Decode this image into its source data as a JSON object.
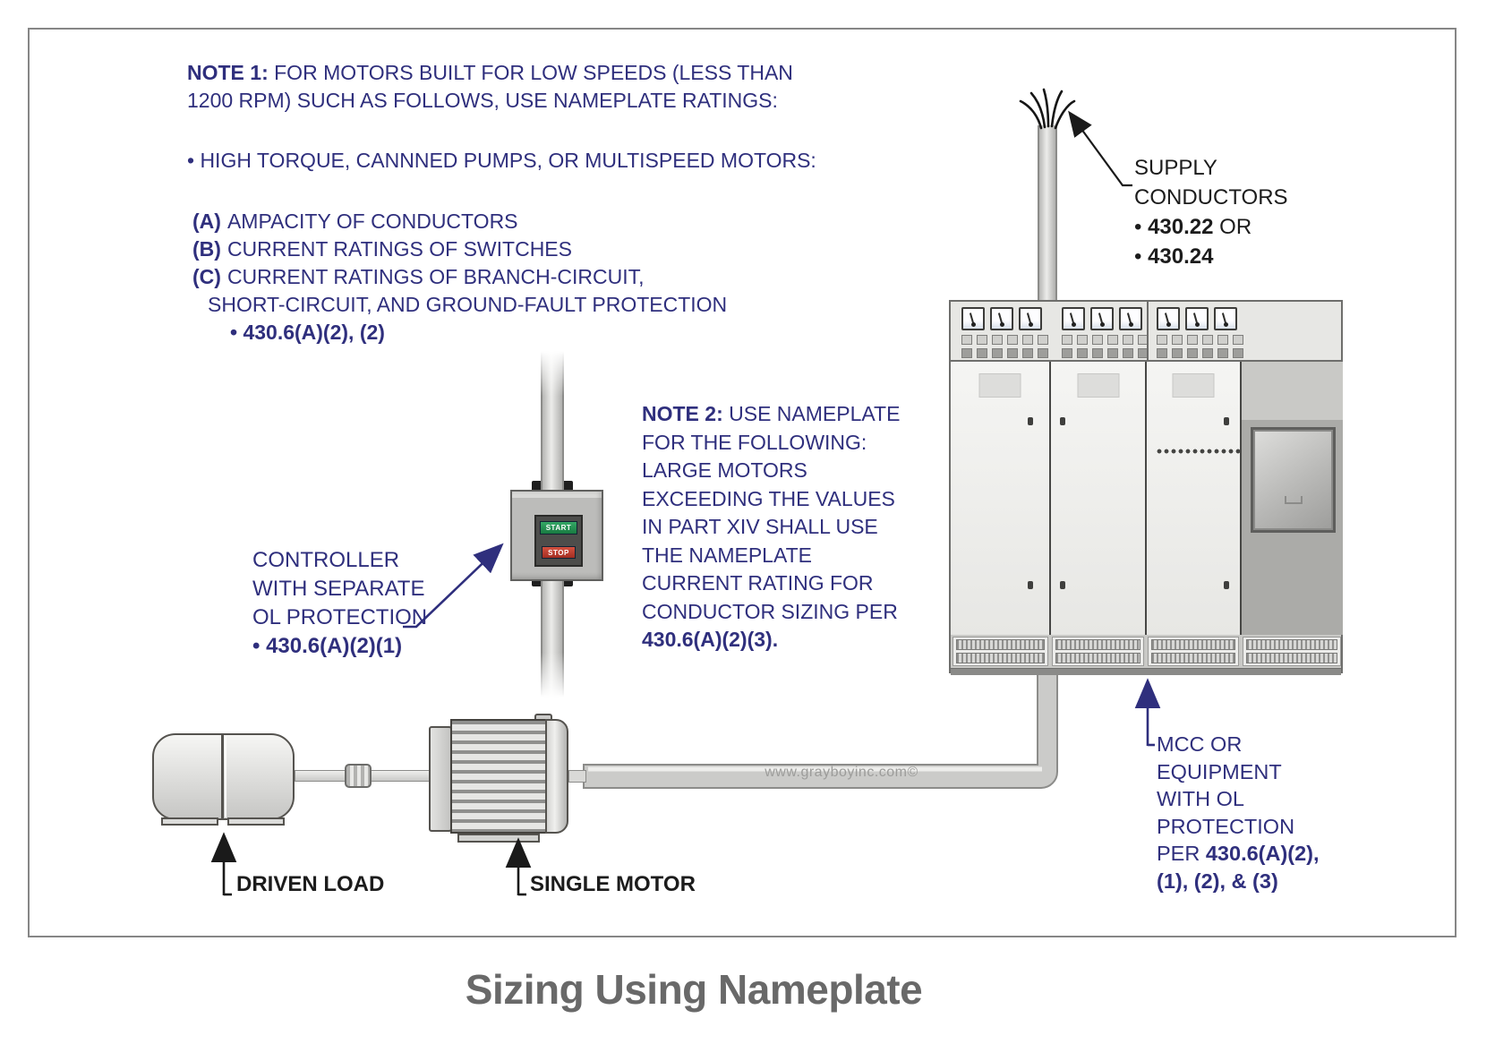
{
  "colors": {
    "navy": "#2f2f7d",
    "label_black": "#1c1c1c",
    "title_gray": "#696969",
    "start_green": "#1f9150",
    "stop_red": "#c23a2c"
  },
  "note1": {
    "heading": "NOTE 1:",
    "line1_rest": " FOR MOTORS BUILT FOR LOW SPEEDS (LESS THAN",
    "line2": "1200 RPM) SUCH AS FOLLOWS, USE NAMEPLATE RATINGS:",
    "bullet": "• HIGH TORQUE, CANNNED PUMPS, OR MULTISPEED MOTORS:",
    "items": [
      {
        "marker": "(A)",
        "text": "AMPACITY OF CONDUCTORS"
      },
      {
        "marker": "(B)",
        "text": "CURRENT RATINGS OF SWITCHES"
      },
      {
        "marker": "(C)",
        "text": "CURRENT RATINGS OF BRANCH-CIRCUIT,"
      }
    ],
    "item_c_cont": "SHORT-CIRCUIT, AND GROUND-FAULT PROTECTION",
    "item_c_ref": "• 430.6(A)(2), (2)"
  },
  "note2": {
    "heading": "NOTE 2:",
    "line1_rest": " USE NAMEPLATE",
    "lines": [
      "FOR THE FOLLOWING:",
      "LARGE MOTORS",
      "EXCEEDING THE VALUES",
      "IN PART XIV SHALL USE",
      "THE NAMEPLATE",
      "CURRENT RATING FOR",
      "CONDUCTOR SIZING PER"
    ],
    "ref": "430.6(A)(2)(3)."
  },
  "controller_label": {
    "lines": [
      "CONTROLLER",
      "WITH SEPARATE",
      "OL PROTECTION"
    ],
    "ref": "• 430.6(A)(2)(1)"
  },
  "controller": {
    "start": "START",
    "stop": "STOP"
  },
  "supply_label": {
    "line1": "SUPPLY",
    "line2": "CONDUCTORS",
    "ref1_bullet": "• ",
    "ref1_bold": "430.22",
    "ref1_rest": " OR",
    "ref2_bullet": "• ",
    "ref2_bold": "430.24"
  },
  "mcc_label": {
    "lines": [
      "MCC OR",
      "EQUIPMENT",
      "WITH OL",
      "PROTECTION"
    ],
    "ref_prefix": "PER ",
    "ref_bold1": "430.6(A)(2),",
    "ref_bold2": "(1), (2), & (3)"
  },
  "equipment_labels": {
    "driven_load": "DRIVEN LOAD",
    "single_motor": "SINGLE MOTOR"
  },
  "watermark": "www.grayboyinc.com©",
  "title": "Sizing Using Nameplate"
}
